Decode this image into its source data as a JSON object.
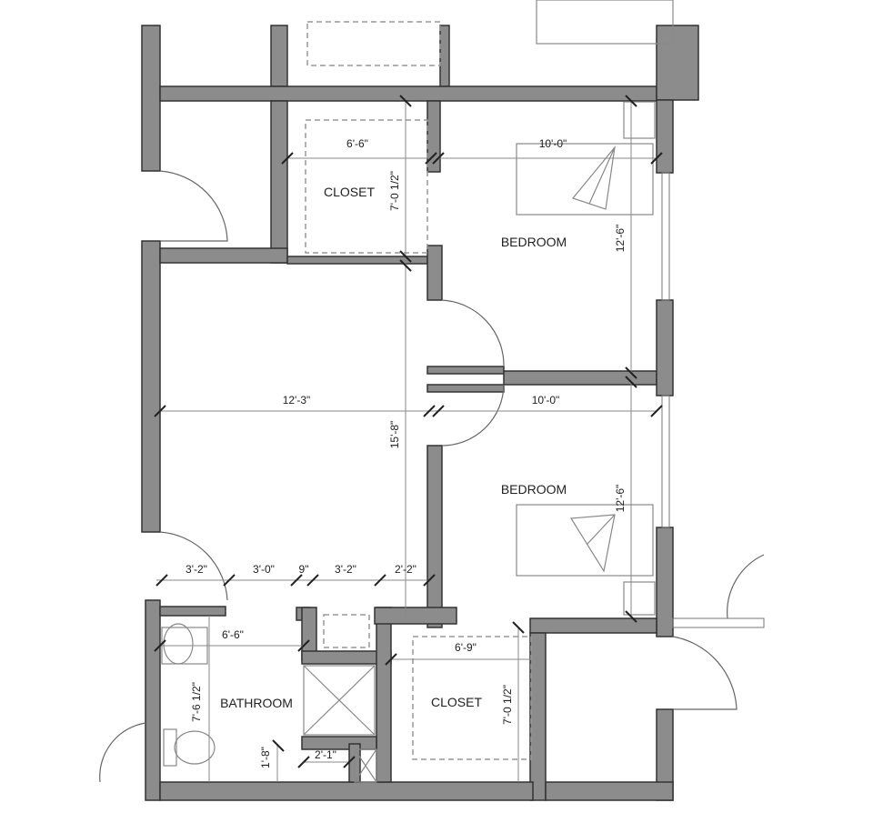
{
  "rooms": {
    "closet_top": "CLOSET",
    "bedroom_top": "BEDROOM",
    "bedroom_bottom": "BEDROOM",
    "bathroom": "BATHROOM",
    "closet_bottom": "CLOSET"
  },
  "dimensions": {
    "closet_top_width": "6'-6\"",
    "closet_top_depth": "7'-0 1/2\"",
    "bedroom_top_width": "10'-0\"",
    "bedroom_top_depth": "12'-6\"",
    "living_width": "12'-3\"",
    "living_depth": "15'-8\"",
    "bedroom_bottom_width": "10'-0\"",
    "bedroom_bottom_depth": "12'-6\"",
    "seg_1": "3'-2\"",
    "seg_2": "3'-0\"",
    "seg_3": "9\"",
    "seg_4": "3'-2\"",
    "seg_5": "2'-2\"",
    "bathroom_width": "6'-6\"",
    "bathroom_depth": "7'-6 1/2\"",
    "closet_bottom_width": "6'-9\"",
    "closet_bottom_depth": "7'-0 1/2\"",
    "shower_gap": "1'-8\"",
    "shower_width": "2'-1\""
  }
}
